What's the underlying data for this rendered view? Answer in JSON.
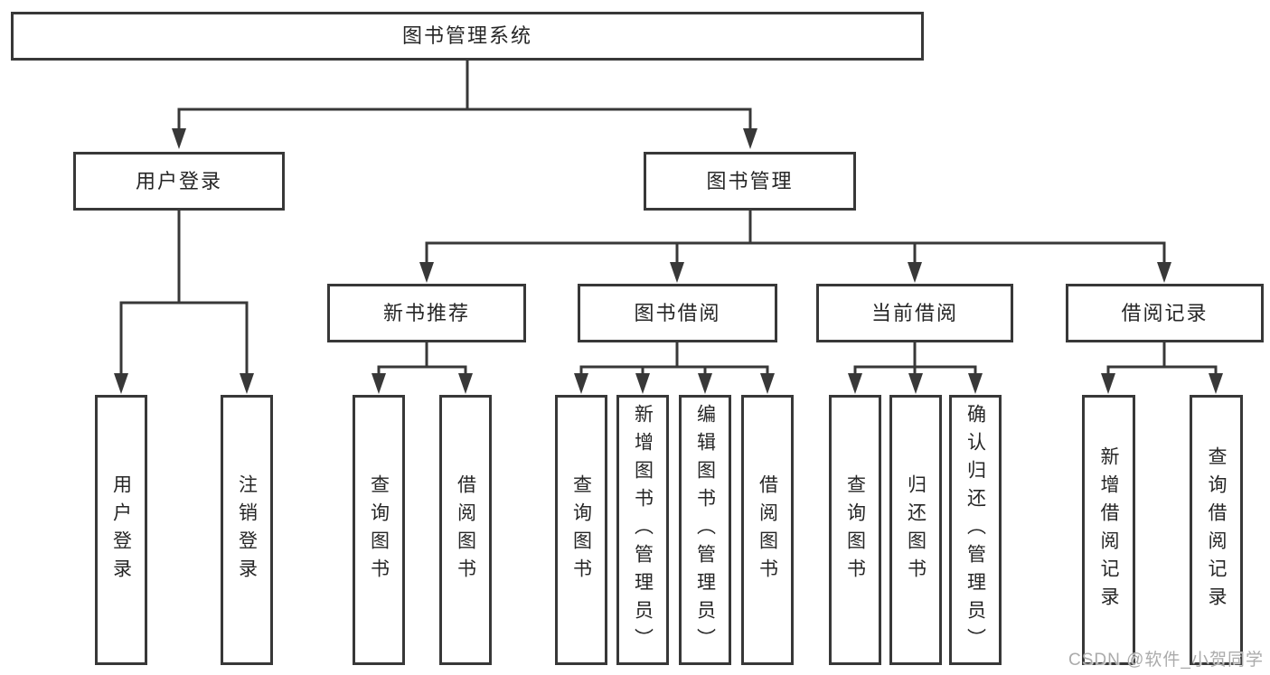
{
  "tree": {
    "root": {
      "label": "图书管理系统"
    },
    "branches": [
      {
        "label": "用户登录",
        "children": [
          {
            "label": "用户登录"
          },
          {
            "label": "注销登录"
          }
        ]
      },
      {
        "label": "图书管理",
        "children": [
          {
            "label": "新书推荐",
            "children": [
              {
                "label": "查询图书"
              },
              {
                "label": "借阅图书"
              }
            ]
          },
          {
            "label": "图书借阅",
            "children": [
              {
                "label": "查询图书"
              },
              {
                "label": "新增图书（管理员）"
              },
              {
                "label": "编辑图书（管理员）"
              },
              {
                "label": "借阅图书"
              }
            ]
          },
          {
            "label": "当前借阅",
            "children": [
              {
                "label": "查询图书"
              },
              {
                "label": "归还图书"
              },
              {
                "label": "确认归还（管理员）"
              }
            ]
          },
          {
            "label": "借阅记录",
            "children": [
              {
                "label": "新增借阅记录"
              },
              {
                "label": "查询借阅记录"
              }
            ]
          }
        ]
      }
    ]
  },
  "watermark": "CSDN @软件_小贺同学",
  "colors": {
    "line": "#383838",
    "text": "#262626",
    "watermark": "#ababab",
    "background": "#ffffff"
  }
}
